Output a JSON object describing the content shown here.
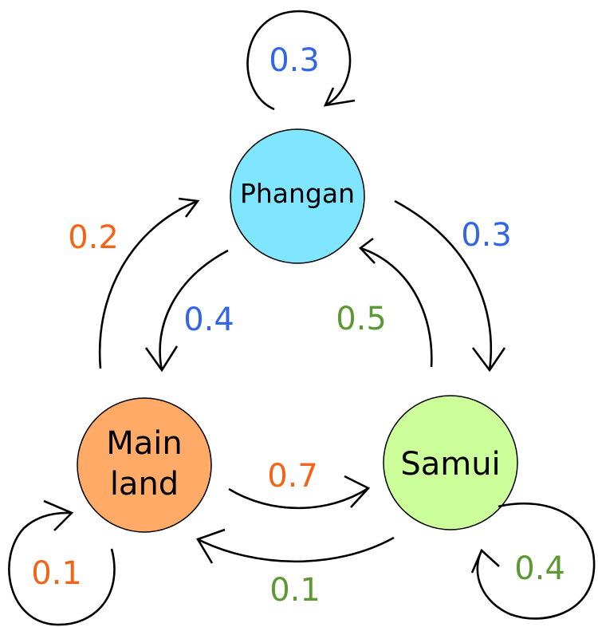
{
  "nodes": {
    "phangan": {
      "label": "Phangan",
      "color": "#80e5ff"
    },
    "mainland": {
      "label_line1": "Main",
      "label_line2": "land",
      "color": "#ffaa66"
    },
    "samui": {
      "label": "Samui",
      "color": "#ccff99"
    }
  },
  "edges": {
    "phangan_self": {
      "label": "0.3",
      "color": "#3366e6"
    },
    "mainland_to_phangan": {
      "label": "0.2",
      "color": "#f26419"
    },
    "phangan_to_samui": {
      "label": "0.3",
      "color": "#3366e6"
    },
    "phangan_to_mainland": {
      "label": "0.4",
      "color": "#3366e6"
    },
    "samui_to_phangan": {
      "label": "0.5",
      "color": "#5c9933"
    },
    "mainland_to_samui": {
      "label": "0.7",
      "color": "#f26419"
    },
    "samui_to_mainland": {
      "label": "0.1",
      "color": "#5c9933"
    },
    "mainland_self": {
      "label": "0.1",
      "color": "#f26419"
    },
    "samui_self": {
      "label": "0.4",
      "color": "#5c9933"
    }
  },
  "colors": {
    "stroke": "#000000",
    "background": "#ffffff"
  }
}
